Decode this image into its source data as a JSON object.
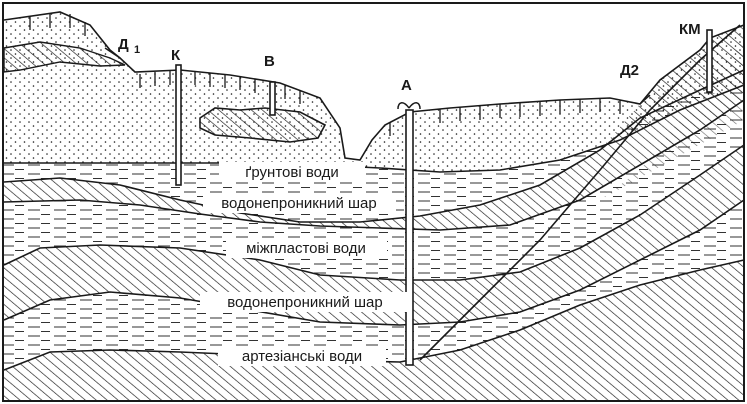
{
  "layers": {
    "groundwater": "ґрунтові води",
    "aquitard_upper": "водонепроникний шар",
    "interstratal": "міжпластові води",
    "aquitard_lower": "водонепроникний шар",
    "artesian": "артезіанські води"
  },
  "points": {
    "d1_main": "Д",
    "d1_sub": "1",
    "k": "К",
    "v": "В",
    "a": "А",
    "d2": "Д2",
    "km": "КМ"
  },
  "colors": {
    "line": "#1a1a1a",
    "background": "#ffffff"
  }
}
